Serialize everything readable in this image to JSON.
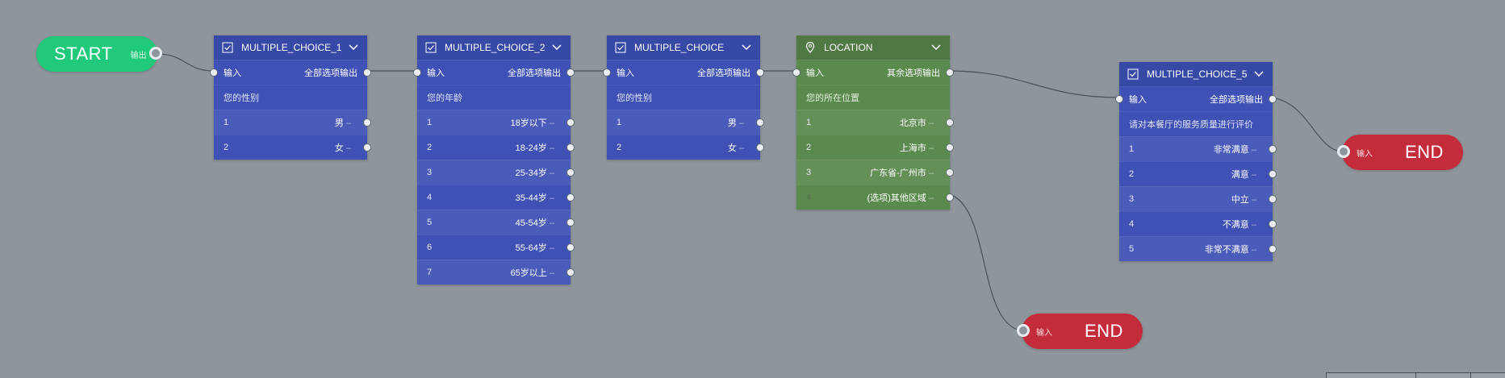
{
  "start": {
    "label": "START",
    "port_label": "输出"
  },
  "nodes": [
    {
      "title": "MULTIPLE_CHOICE_1",
      "icon": "checkbox-icon",
      "input_label": "输入",
      "output_label": "全部选项输出",
      "question": "您的性别",
      "options": [
        {
          "index": "1",
          "label": "男"
        },
        {
          "index": "2",
          "label": "女"
        }
      ]
    },
    {
      "title": "MULTIPLE_CHOICE_2",
      "icon": "checkbox-icon",
      "input_label": "输入",
      "output_label": "全部选项输出",
      "question": "您的年龄",
      "options": [
        {
          "index": "1",
          "label": "18岁以下"
        },
        {
          "index": "2",
          "label": "18-24岁"
        },
        {
          "index": "3",
          "label": "25-34岁"
        },
        {
          "index": "4",
          "label": "35-44岁"
        },
        {
          "index": "5",
          "label": "45-54岁"
        },
        {
          "index": "6",
          "label": "55-64岁"
        },
        {
          "index": "7",
          "label": "65岁以上"
        }
      ]
    },
    {
      "title": "MULTIPLE_CHOICE",
      "icon": "checkbox-icon",
      "input_label": "输入",
      "output_label": "全部选项输出",
      "question": "您的性别",
      "options": [
        {
          "index": "1",
          "label": "男"
        },
        {
          "index": "2",
          "label": "女"
        }
      ]
    },
    {
      "title": "LOCATION",
      "icon": "location-pin-icon",
      "input_label": "输入",
      "output_label": "其余选项输出",
      "question": "您的所在位置",
      "options": [
        {
          "index": "1",
          "label": "北京市"
        },
        {
          "index": "2",
          "label": "上海市"
        },
        {
          "index": "3",
          "label": "广东省-广州市"
        },
        {
          "index": "4",
          "label": "(选项)其他区域"
        }
      ]
    },
    {
      "title": "MULTIPLE_CHOICE_5",
      "icon": "checkbox-icon",
      "input_label": "输入",
      "output_label": "全部选项输出",
      "question": "请对本餐厅的服务质量进行评价",
      "options": [
        {
          "index": "1",
          "label": "非常满意"
        },
        {
          "index": "2",
          "label": "满意"
        },
        {
          "index": "3",
          "label": "中立"
        },
        {
          "index": "4",
          "label": "不满意"
        },
        {
          "index": "5",
          "label": "非常不满意"
        }
      ]
    }
  ],
  "ends": [
    {
      "label": "END",
      "port_label": "输入"
    },
    {
      "label": "END",
      "port_label": "输入"
    }
  ],
  "colors": {
    "canvas": "#8e969c",
    "choice_node": "#3f51b5",
    "location_node": "#5b8a4e",
    "start": "#21c97a",
    "end": "#c52c3b",
    "wire": "#4a5157"
  }
}
